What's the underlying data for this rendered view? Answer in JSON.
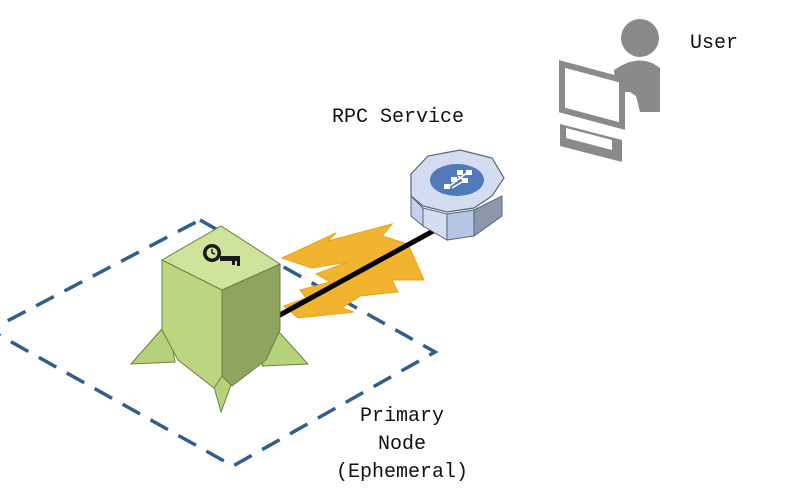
{
  "diagram": {
    "user_label": "User",
    "rpc_label": "RPC Service",
    "primary_label_lines": [
      "Primary",
      "Node",
      "(Ephemeral)"
    ]
  },
  "icons": {
    "user": "user-at-computer-icon",
    "rpc_service": "octagonal-service-cylinder-icon",
    "rpc_symbol": "branching-flow-icon",
    "primary_node": "rocket-node-icon",
    "primary_symbol": "clock-key-icon",
    "connection": "lightning-arrow-icon"
  },
  "colors": {
    "region_border": "#2e5f8e",
    "node_green_light": "#cfe49a",
    "node_green_mid": "#b5d27a",
    "node_green_dark": "#8fa45e",
    "service_blue_light": "#cfdaf0",
    "service_blue_mid": "#b4c6e4",
    "service_blue_dark": "#8a97ac",
    "service_badge": "#4f79b9",
    "lightning": "#f2b42e",
    "user_gray": "#8a8a8a",
    "connector": "#000000"
  }
}
